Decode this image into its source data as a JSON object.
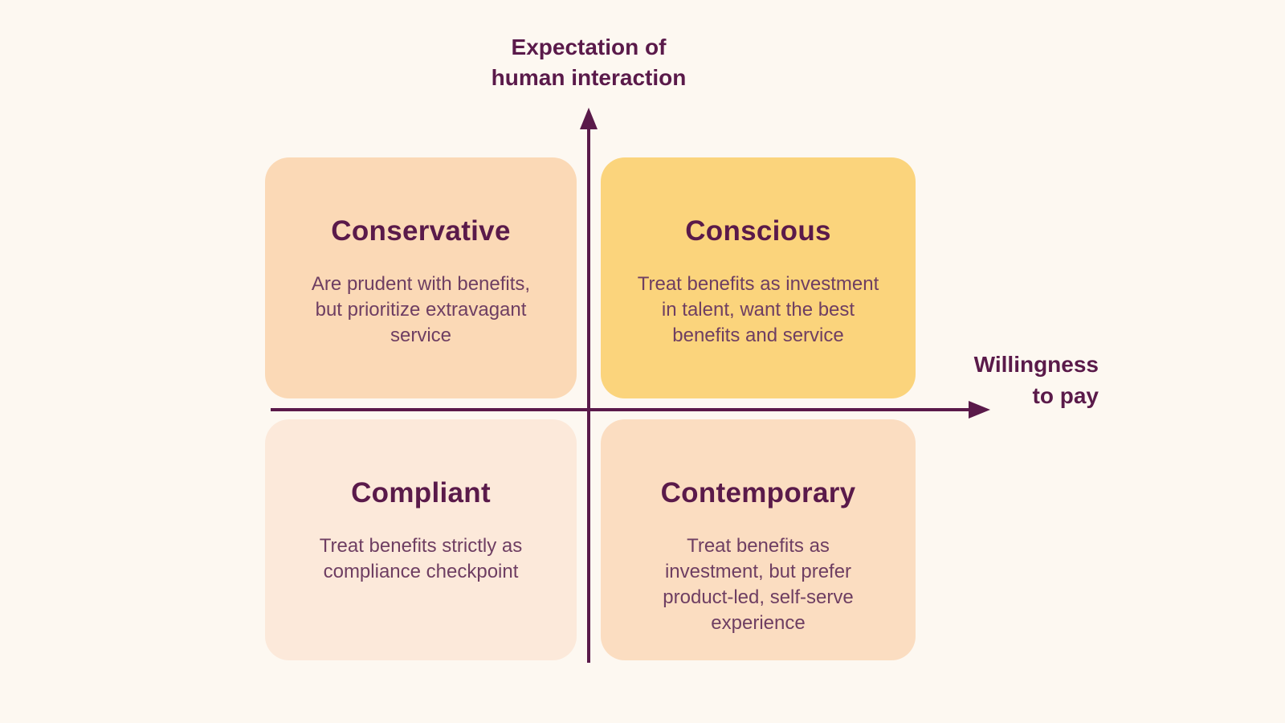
{
  "diagram": {
    "y_axis": {
      "label_lines": [
        "Expectation of",
        "human interaction"
      ]
    },
    "x_axis": {
      "label_lines": [
        "Willingness",
        "to pay"
      ]
    },
    "quadrants": [
      {
        "position": "top-left",
        "title": "Conservative",
        "description": "Are prudent with benefits, but prioritize extravagant service",
        "description_lines": [
          "Are prudent with benefits,",
          "but prioritize extravagant",
          "service"
        ]
      },
      {
        "position": "top-right",
        "title": "Conscious",
        "description": "Treat benefits as investment in talent, want the best benefits and service",
        "description_lines": [
          "Treat benefits as investment",
          "in talent, want the best",
          "benefits and service"
        ]
      },
      {
        "position": "bottom-left",
        "title": "Compliant",
        "description": "Treat benefits strictly as compliance checkpoint",
        "description_lines": [
          "Treat benefits strictly as",
          "compliance checkpoint"
        ]
      },
      {
        "position": "bottom-right",
        "title": "Contemporary",
        "description": "Treat benefits as investment, but prefer product-led, self-serve experience",
        "description_lines": [
          "Treat benefits as",
          "investment, but prefer",
          "product-led, self-serve",
          "experience"
        ]
      }
    ],
    "colors": {
      "background": "#FDF8F1",
      "axis_color": "#5A1A4A",
      "heading_color": "#5A1A4A",
      "body_color": "#6E3E62",
      "quadrant_top_left_bg": "#FBD9B6",
      "quadrant_top_right_bg": "#FBD47C",
      "quadrant_bottom_left_bg": "#FCE9DA",
      "quadrant_bottom_right_bg": "#FBDDC1"
    }
  }
}
